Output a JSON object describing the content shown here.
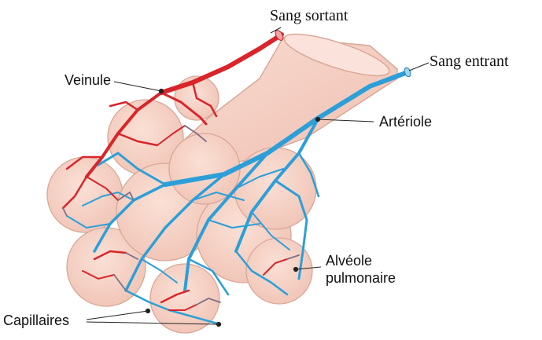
{
  "labels": {
    "sang_sortant": "Sang sortant",
    "sang_entrant": "Sang entrant",
    "veinule": "Veinule",
    "arteriole": "Artériole",
    "alveole_line1": "Alvéole",
    "alveole_line2": "pulmonaire",
    "capillaires": "Capillaires"
  },
  "colors": {
    "vein_red": "#d9252a",
    "artery_blue": "#2c9fd9",
    "capillary_mix": "#7f6f86",
    "alveolus_fill": "#f6d2c5",
    "alveolus_stroke": "#d8a898",
    "bronchiole_fill": "#f7cfc2",
    "bronchiole_opening": "#fbe3dc"
  }
}
